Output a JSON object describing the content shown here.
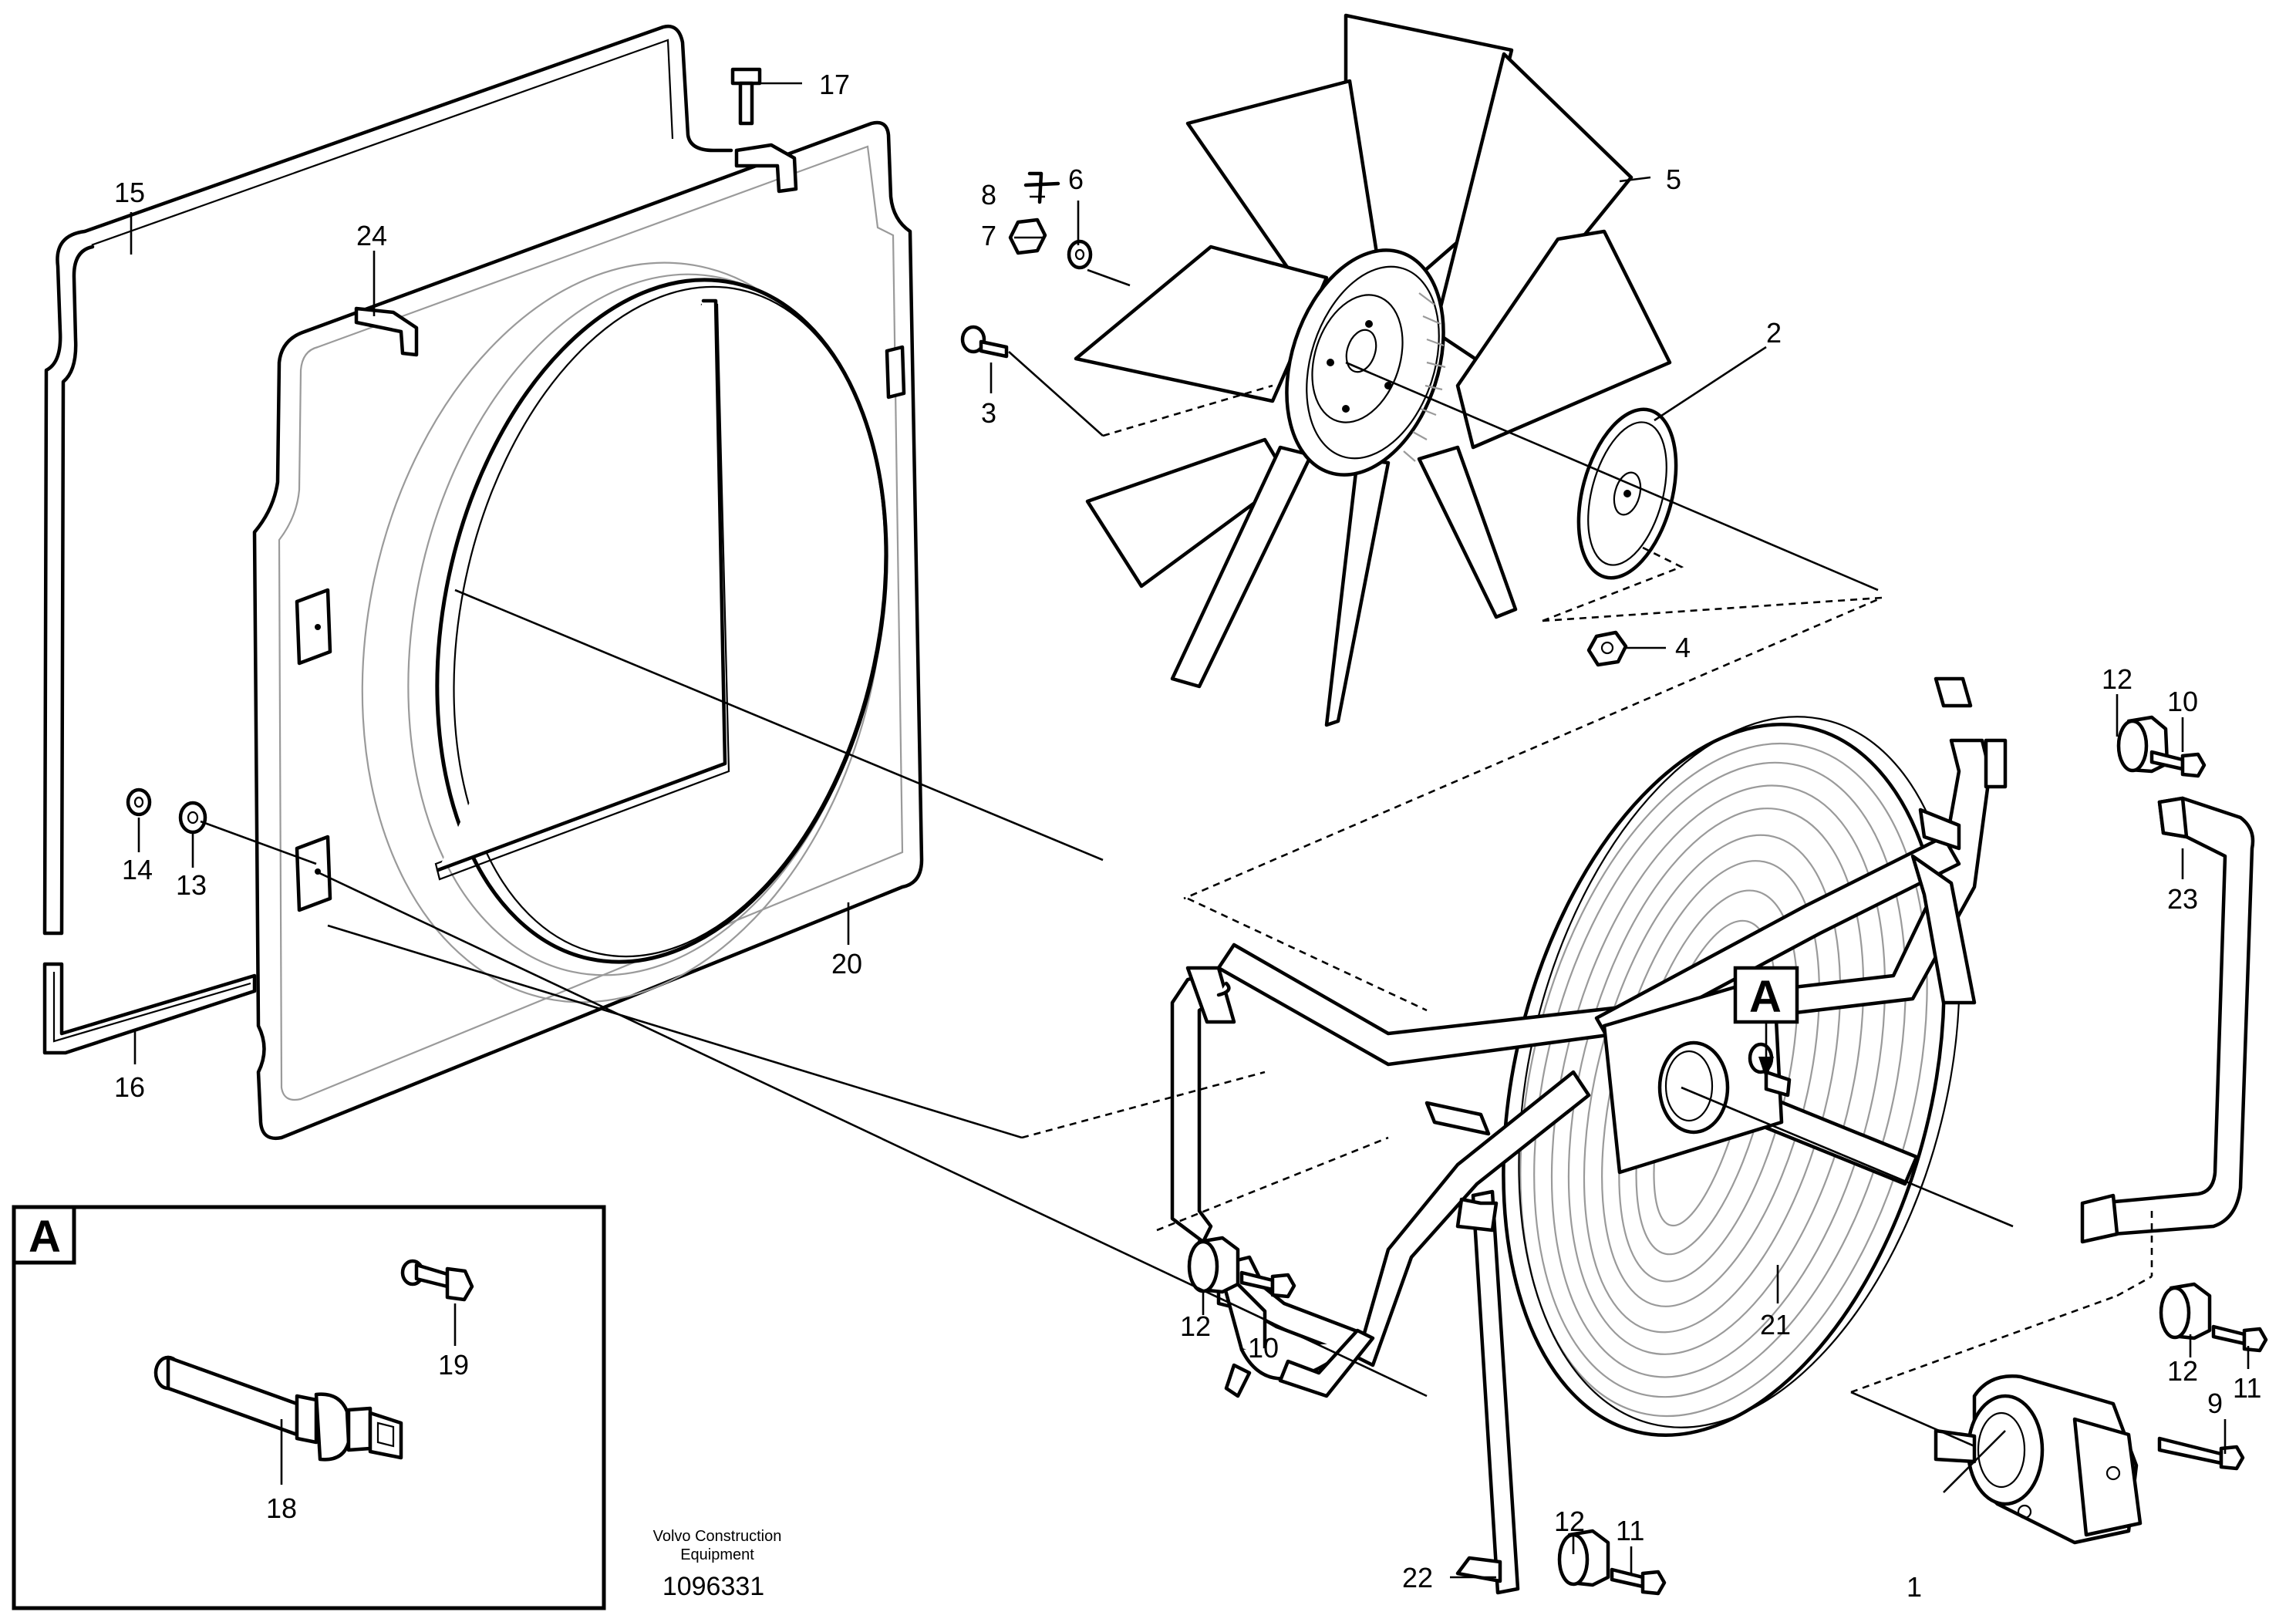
{
  "detail_marker": "A",
  "detail_box_label": "A",
  "credit_line1": "Volvo Construction",
  "credit_line2": "Equipment",
  "doc_number": "1096331",
  "callouts": {
    "c1": "1",
    "c2": "2",
    "c3": "3",
    "c4": "4",
    "c5": "5",
    "c6": "6",
    "c7": "7",
    "c8": "8",
    "c9": "9",
    "c10a": "10",
    "c10b": "10",
    "c11a": "11",
    "c11b": "11",
    "c12a": "12",
    "c12b": "12",
    "c12c": "12",
    "c12d": "12",
    "c13": "13",
    "c14": "14",
    "c15": "15",
    "c16": "16",
    "c17": "17",
    "c18": "18",
    "c19": "19",
    "c20": "20",
    "c21": "21",
    "c22": "22",
    "c23": "23",
    "c24": "24"
  }
}
